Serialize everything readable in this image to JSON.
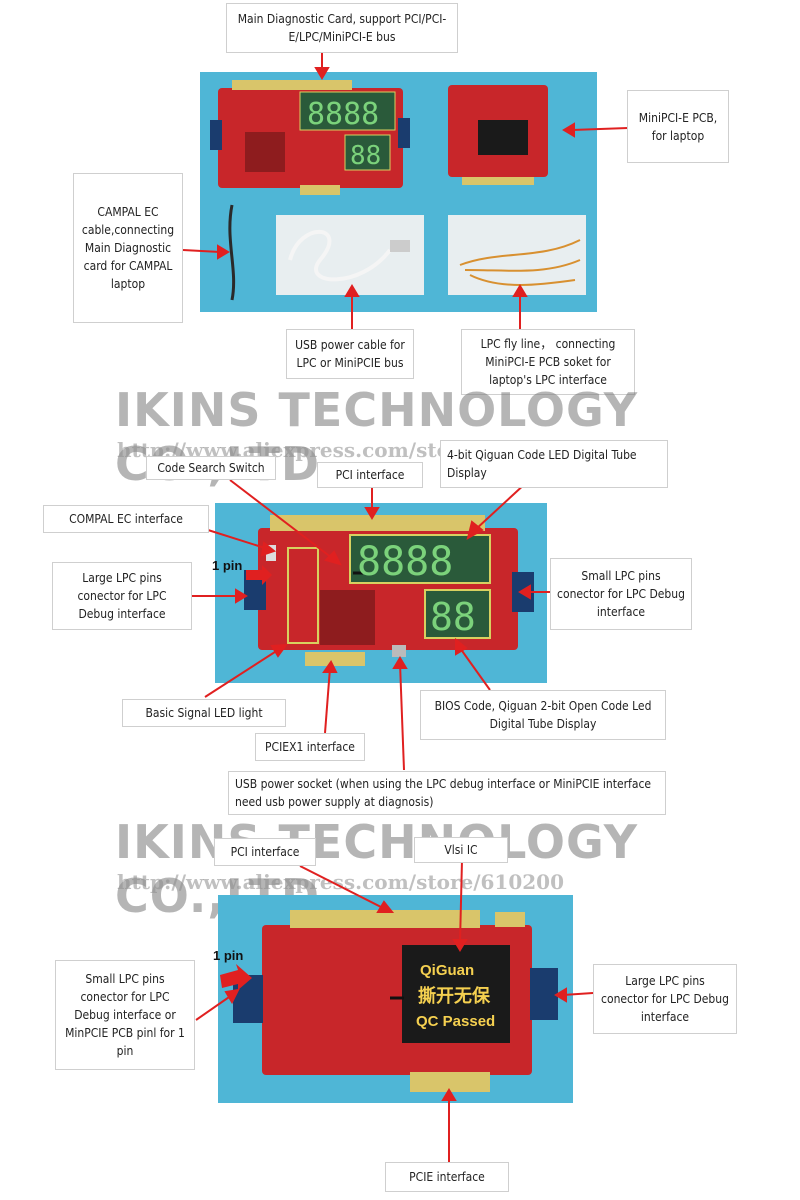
{
  "section1": {
    "callouts": {
      "main_card": "Main Diagnostic Card, support PCI/PCI-E/LPC/MiniPCI-E bus",
      "minipcie_pcb": "MiniPCI-E PCB, for laptop",
      "campal_cable": "CAMPAL  EC cable,connecting Main Diagnostic card  for CAMPAL laptop",
      "usb_cable": "USB power cable for LPC or MiniPCIE bus",
      "lpc_fly_line": "LPC fly line，  connecting MiniPCI-E PCB soket for  laptop's LPC interface"
    },
    "leds": "8888",
    "leds2": "88"
  },
  "watermark": {
    "company": "IKINS TECHNOLOGY CO.,LTD",
    "url": "http://www.aliexpress.com/store/610200"
  },
  "section2": {
    "callouts": {
      "code_search": "Code Search Switch",
      "pci_interface": "PCI interface",
      "led_tube": "4-bit Qiguan Code LED Digital Tube Display",
      "compal_ec": "COMPAL EC interface",
      "large_lpc": "Large LPC pins conector for LPC Debug interface",
      "small_lpc": "Small LPC pins conector for LPC Debug interface",
      "basic_led": "Basic Signal LED light",
      "bios_code": "BIOS Code, Qiguan 2-bit Open Code Led Digital Tube Display",
      "pciex1": "PCIEX1 interface",
      "usb_socket": "USB power socket (when using the LPC debug interface or MiniPCIE interface need usb power supply at diagnosis)"
    },
    "pin_label": "1 pin",
    "leds": "8888",
    "leds2": "88"
  },
  "section3": {
    "callouts": {
      "pci_interface": "PCI interface",
      "vlsi_ic": "Vlsi IC",
      "small_lpc": "Small LPC pins conector for LPC Debug interface or MinPCIE PCB pinl for 1 pin",
      "large_lpc": "Large  LPC pins conector for LPC Debug interface",
      "pcie": "PCIE  interface"
    },
    "pin_label": "1 pin",
    "chip_text_1": "QiGuan",
    "chip_text_2": "撕开无保",
    "chip_text_3": "QC Passed"
  },
  "colors": {
    "panel": "#4fb6d6",
    "pcb": "#c8262a",
    "arrow": "#e02020",
    "led": "#7bd27b"
  }
}
